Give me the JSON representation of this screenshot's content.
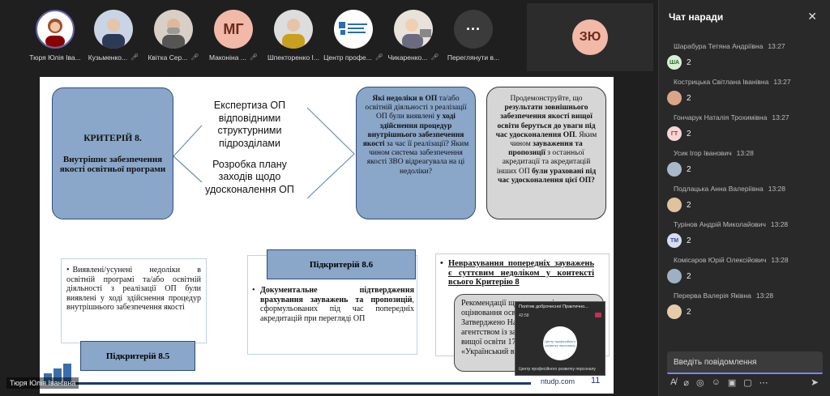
{
  "participants": [
    {
      "name": "Тюря Юлія Іва...",
      "initials": "",
      "bg": "#ffffff",
      "active": true
    },
    {
      "name": "Кузьменко...",
      "initials": "",
      "bg": "#c9d4e4"
    },
    {
      "name": "Квітка Сер...",
      "initials": "",
      "bg": "#d8d0c6"
    },
    {
      "name": "Маконіна ...",
      "initials": "МГ",
      "bg": "#f2b8a8"
    },
    {
      "name": "Шпекторенко І...",
      "initials": "",
      "bg": "#dddddd"
    },
    {
      "name": "Центр профе...",
      "initials": "",
      "bg": "#ffffff"
    },
    {
      "name": "Чикаренко...",
      "initials": "",
      "bg": "#e8e2da"
    },
    {
      "name": "Переглянути в...",
      "initials": "···",
      "bg": "#3b3b3b"
    }
  ],
  "big_tile": {
    "initials": "ЗЮ"
  },
  "slide": {
    "criterion_title": "КРИТЕРІЙ 8.",
    "criterion_text": "Внутрішнє забезпечення якості освітньої програми",
    "mid_1": "Експертиза ОП відповідними структурними підрозділами",
    "mid_2": "Розробка плану заходів щодо удосконалення ОП",
    "q1": {
      "p1": "Які недоліки в ОП",
      "p2": " та/або освітній діяльності з реалізації ОП були виявлені ",
      "p3": "у ході здійснення процедур внутрішнього забезпечення якості",
      "p4": " за час її реалізації? Яким чином система забезпечення якості ЗВО відреагувала на ці недоліки?"
    },
    "q2": {
      "p1": "Продемонструйте, що ",
      "p2": "результати зовнішнього забезпечення якості вищої освіти беруться до уваги під час удосконалення ОП",
      "p3": ". Яким чином ",
      "p4": "зауваження та пропозиції",
      "p5": " з останньої акредитації та акредитацій інших ОП ",
      "p6": "були ураховані під час удосконалення цієї ОП?"
    },
    "bl_text": "Виявлені/усунені недоліки в освітній програмі та/або освітній діяльності з реалізації ОП були виявлені у ході здійснення процедур внутрішнього забезпечення якості",
    "bl_label": "Підкритерій 8.5",
    "mid_label": "Підкритерій 8.6",
    "mid_body_bold": "Документальне підтвердження врахування зауважень та пропозицій",
    "mid_body_rest": ", сформульованих під час попередніх акредитацій при перегляді ОП",
    "r_title": "Неврахування попередніх зауважень є суттєвим недоліком у контексті всього Критерію 8",
    "r_inner": "Рекомендації щодо критерію оцінювання освітньої програми/ Затверджено Національним агентством із забезпечення якості вищої освіти 17.12.2019 р. /ТОВ «Український видавничий центр»",
    "url": "ntudp.com",
    "page": "11"
  },
  "mini": {
    "title": "Політик доброчесної Практично...",
    "time": "42:58",
    "logo": "Центр професійного розвитку персоналу",
    "name": "Центр професійного розвитку персоналу"
  },
  "presenter": "Тюря Юлія Іванівна",
  "chat": {
    "title": "Чат наради",
    "messages": [
      {
        "name": "Шарабура Тетяна Андріївна",
        "time": "13:27",
        "initials": "ША",
        "bg": "#d9efd6",
        "fg": "#2d6a2d",
        "text": "2"
      },
      {
        "name": "Кострицька Світлана Іванівна",
        "time": "13:27",
        "initials": "",
        "bg": "#d9a68a",
        "fg": "#fff",
        "text": "2"
      },
      {
        "name": "Гончарук Наталія Трохимівна",
        "time": "13:27",
        "initials": "ГТ",
        "bg": "#f7d6d6",
        "fg": "#a33",
        "text": "2"
      },
      {
        "name": "Усик Ігор Іванович",
        "time": "13:28",
        "initials": "",
        "bg": "#a9b8c9",
        "fg": "#fff",
        "text": "2"
      },
      {
        "name": "Подлацька Анна Валеріївна",
        "time": "13:28",
        "initials": "",
        "bg": "#e0c2a0",
        "fg": "#fff",
        "text": "2"
      },
      {
        "name": "Турінов Андрій Миколайович",
        "time": "13:28",
        "initials": "ТМ",
        "bg": "#d8dcf2",
        "fg": "#3a4a9a",
        "text": "2"
      },
      {
        "name": "Комісаров Юрій Олексійович",
        "time": "13:28",
        "initials": "",
        "bg": "#9fb0c2",
        "fg": "#fff",
        "text": "2"
      },
      {
        "name": "Перерва Валерія Яківна",
        "time": "13:28",
        "initials": "",
        "bg": "#e6cda8",
        "fg": "#fff",
        "text": "2"
      }
    ],
    "compose_placeholder": "Введіть повідомлення"
  }
}
